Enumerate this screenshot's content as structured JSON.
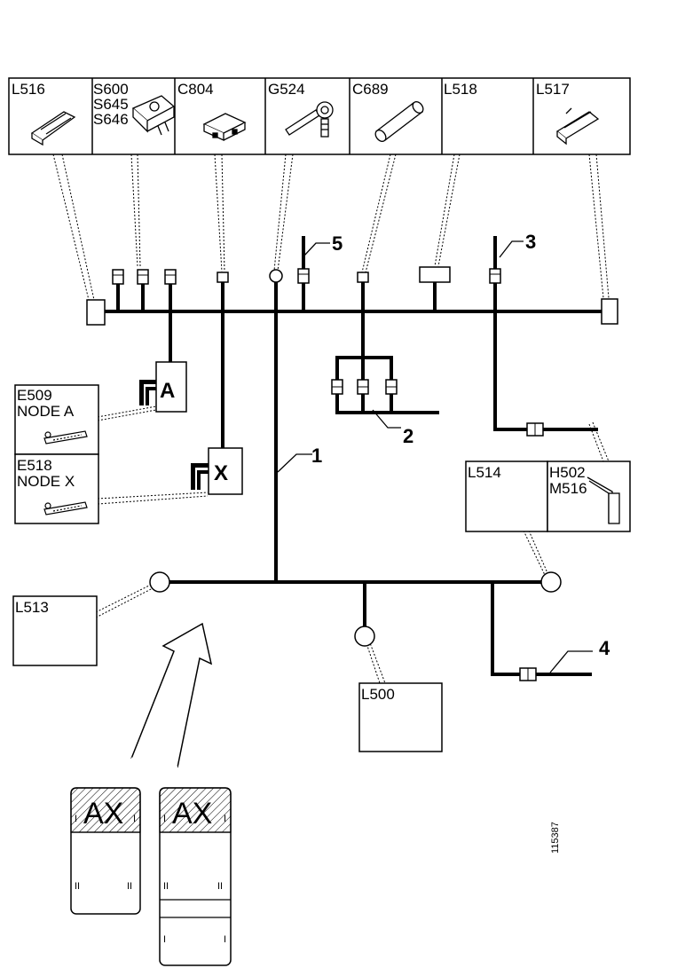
{
  "top_components": [
    {
      "id": "L516",
      "label": "L516"
    },
    {
      "id": "S600",
      "labels": [
        "S600",
        "S645",
        "S646"
      ]
    },
    {
      "id": "C804",
      "label": "C804"
    },
    {
      "id": "G524",
      "label": "G524"
    },
    {
      "id": "C689",
      "label": "C689"
    },
    {
      "id": "L518",
      "label": "L518"
    },
    {
      "id": "L517",
      "label": "L517"
    }
  ],
  "nodes": [
    {
      "id": "E509",
      "code": "E509",
      "name": "NODE A",
      "marker": "A"
    },
    {
      "id": "E518",
      "code": "E518",
      "name": "NODE X",
      "marker": "X"
    }
  ],
  "side_components": {
    "L514": "L514",
    "H502": "H502",
    "M516": "M516",
    "L513": "L513",
    "L500": "L500"
  },
  "branch_numbers": [
    "1",
    "2",
    "3",
    "4",
    "5"
  ],
  "truck_views": [
    {
      "tag": "AX",
      "roman": [
        "I",
        "I",
        "II",
        "II"
      ]
    },
    {
      "tag": "AX",
      "roman": [
        "I",
        "I",
        "II",
        "II",
        "I",
        "I"
      ]
    }
  ],
  "drawing_id": "115387"
}
